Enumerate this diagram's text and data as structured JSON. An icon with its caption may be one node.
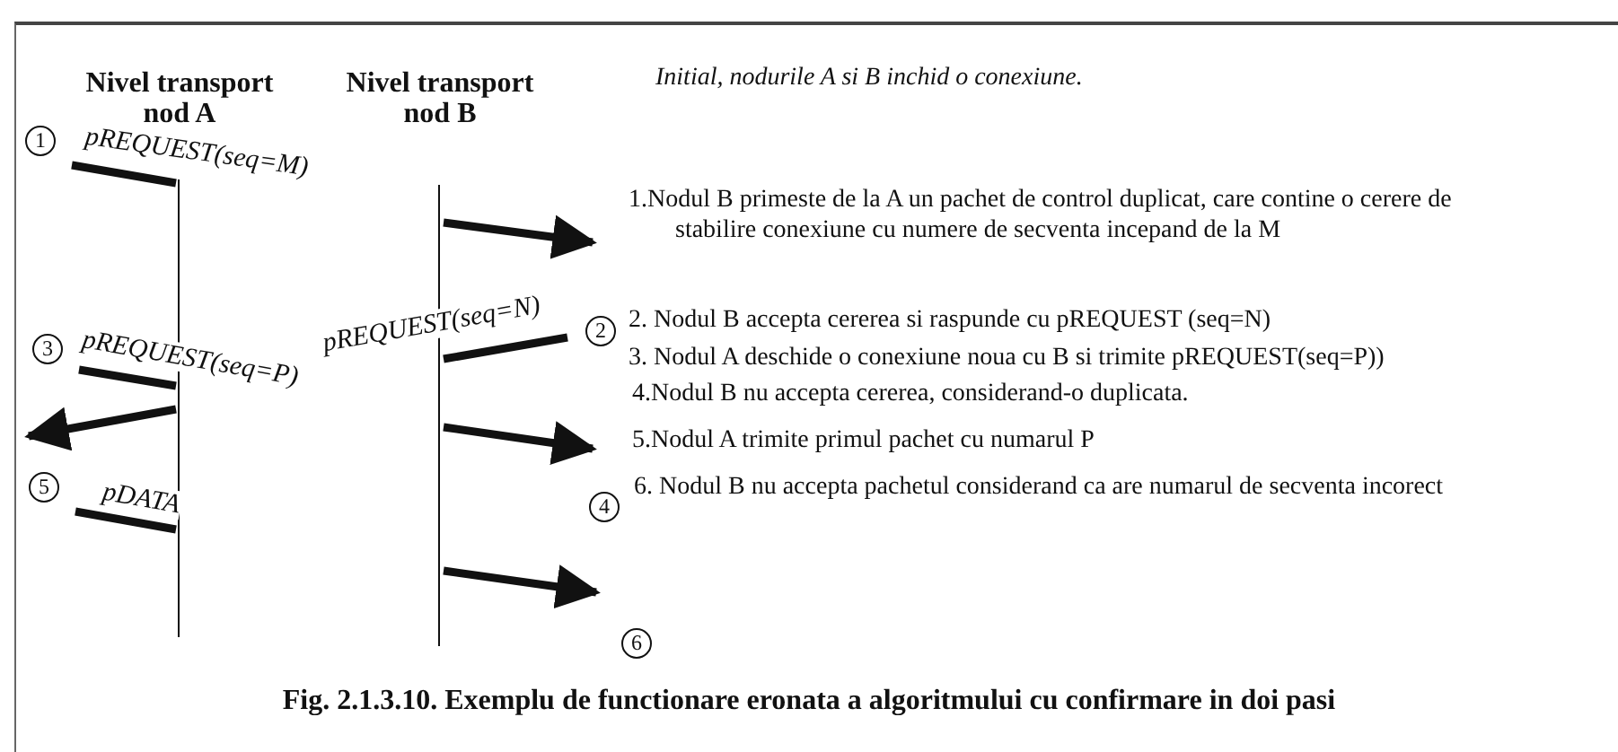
{
  "diagram": {
    "caption": "Fig. 2.1.3.10. Exemplu de functionare eronata a algoritmului cu confirmare in doi pasi",
    "nodes": [
      {
        "text": [
          "Nivel transport nod A"
        ]
      },
      {
        "text": [
          "Nivel transport nod B"
        ]
      }
    ],
    "edges": [
      {
        "from": null,
        "to": 0,
        "arrow": "none",
        "label": "pREQUEST(seq=M)"
      },
      {
        "from": 1,
        "to": null,
        "arrow": "to"
      },
      {
        "from": 1,
        "to": null,
        "arrow": "none",
        "label": "pREQUEST(seq=N)"
      },
      {
        "from": null,
        "to": 0,
        "arrow": "none",
        "label": "pREQUEST(seq=P)"
      },
      {
        "from": 0,
        "to": null,
        "arrow": "to"
      },
      {
        "from": 1,
        "to": null,
        "arrow": "to"
      },
      {
        "from": null,
        "to": 0,
        "arrow": "none",
        "label": "pDATA"
      },
      {
        "from": 1,
        "to": null,
        "arrow": "to"
      }
    ],
    "labels": [
      "Initial, nodurile A si B inchid o conexiune.",
      "1",
      "1.Nodul B primeste de la A un pachet de control duplicat, care contine o cerere de stabilire conexiune cu numere de secventa incepand de la M",
      "2",
      "2. Nodul B accepta cererea si raspunde cu pREQUEST (seq=N)",
      "3",
      "3. Nodul A deschide o conexiune noua cu B si trimite pREQUEST(seq=P))",
      "4.Nodul B nu accepta cererea, considerand-o duplicata.",
      "5",
      "5.Nodul A trimite primul pachet cu numarul P",
      "4",
      "6. Nodul B nu accepta pachetul considerand ca are numarul de secventa incorect",
      "6"
    ]
  }
}
